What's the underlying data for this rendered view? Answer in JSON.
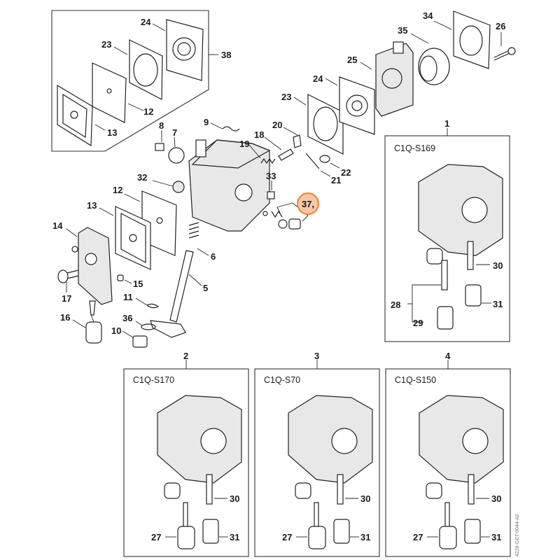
{
  "diagram": {
    "title": "Carburetor exploded parts diagram",
    "highlight_color": "#f6c9a4",
    "highlight_border": "#e8843a",
    "highlighted_part": "37",
    "document_id": "4228-GET-0044-A0",
    "callouts": {
      "p1": "1",
      "p2": "2",
      "p3": "3",
      "p4": "4",
      "p5": "5",
      "p6": "6",
      "p7": "7",
      "p8": "8",
      "p9": "9",
      "p10": "10",
      "p11": "11",
      "p12a": "12",
      "p12b": "12",
      "p13a": "13",
      "p13b": "13",
      "p14": "14",
      "p15": "15",
      "p16": "16",
      "p17": "17",
      "p18": "18",
      "p19": "19",
      "p20": "20",
      "p21": "21",
      "p22": "22",
      "p23a": "23",
      "p23b": "23",
      "p24a": "24",
      "p24b": "24",
      "p25": "25",
      "p26": "26",
      "p32": "32",
      "p33": "33",
      "p34": "34",
      "p35": "35",
      "p36": "36",
      "p37": "37,",
      "p38": "38"
    },
    "variants": [
      {
        "number": "1",
        "model": "C1Q-S169",
        "parts": [
          "28",
          "29",
          "30",
          "31"
        ]
      },
      {
        "number": "2",
        "model": "C1Q-S170",
        "parts": [
          "27",
          "30",
          "31"
        ]
      },
      {
        "number": "3",
        "model": "C1Q-S70",
        "parts": [
          "27",
          "30",
          "31"
        ]
      },
      {
        "number": "4",
        "model": "C1Q-S150",
        "parts": [
          "27",
          "30",
          "31"
        ]
      }
    ]
  }
}
